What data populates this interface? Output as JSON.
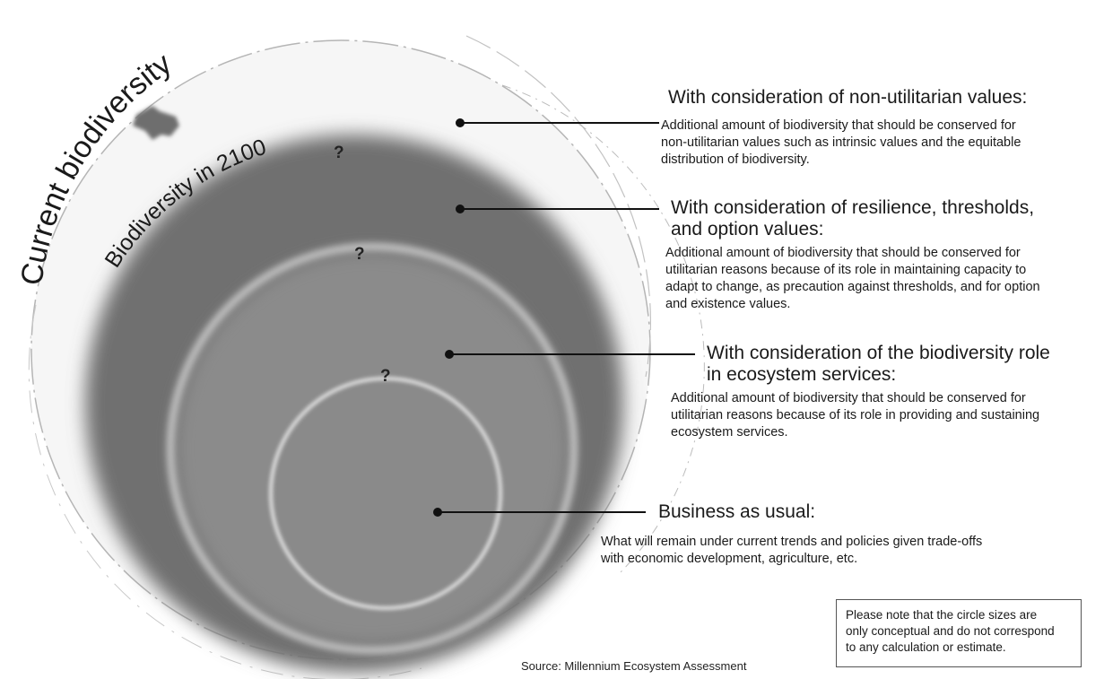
{
  "diagram": {
    "outer_label": "Current biodiversity",
    "inner_label": "Biodiversity in 2100",
    "question_mark": "?",
    "callouts": [
      {
        "title": "With consideration of non-utilitarian values:",
        "description": "Additional amount of biodiversity that should be conserved for\nnon-utilitarian values such as intrinsic values and the equitable\ndistribution of biodiversity."
      },
      {
        "title": "With consideration of resilience, thresholds,\nand option values:",
        "description": "Additional amount of biodiversity that should be conserved for\nutilitarian reasons because of its role in maintaining capacity to\nadapt to change, as precaution against thresholds, and for option\nand existence values."
      },
      {
        "title": "With consideration of the biodiversity role\nin ecosystem services:",
        "description": "Additional amount of biodiversity that should be conserved for\nutilitarian reasons because of its role in providing and sustaining\necosystem services."
      },
      {
        "title": "Business as usual:",
        "description": "What will remain under current trends and policies given trade-offs\nwith economic development, agriculture, etc."
      }
    ],
    "note": "Please note that the circle sizes are\nonly conceptual and do not correspond\nto any calculation or estimate.",
    "source": "Source: Millennium Ecosystem Assessment",
    "colors": {
      "disc_dark": "#6f6f6f",
      "disc_mid": "#8c8c8c",
      "ring_light": "#d9d9d9",
      "text": "#1a1a1a"
    }
  }
}
